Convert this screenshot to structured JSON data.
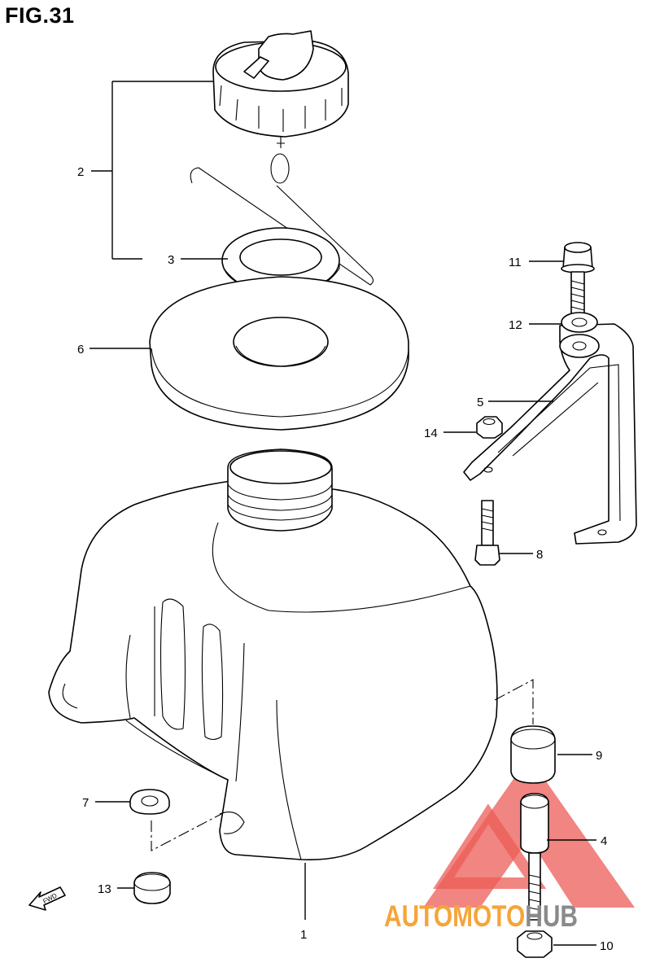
{
  "figure": {
    "title": "FIG.31"
  },
  "callouts": [
    {
      "id": "1",
      "text": "1"
    },
    {
      "id": "2",
      "text": "2"
    },
    {
      "id": "3",
      "text": "3"
    },
    {
      "id": "4",
      "text": "4"
    },
    {
      "id": "5",
      "text": "5"
    },
    {
      "id": "6",
      "text": "6"
    },
    {
      "id": "7",
      "text": "7"
    },
    {
      "id": "8",
      "text": "8"
    },
    {
      "id": "9",
      "text": "9"
    },
    {
      "id": "10",
      "text": "10"
    },
    {
      "id": "11",
      "text": "11"
    },
    {
      "id": "12",
      "text": "12"
    },
    {
      "id": "13",
      "text": "13"
    },
    {
      "id": "14",
      "text": "14"
    }
  ],
  "fwd_arrow": {
    "text": "FWD"
  },
  "watermark": {
    "part1": "AUTOMOTO",
    "part2": "HUB",
    "color1": "#f6a43a",
    "color2": "#8a8a8a",
    "triangle_color": "#e8403a"
  }
}
